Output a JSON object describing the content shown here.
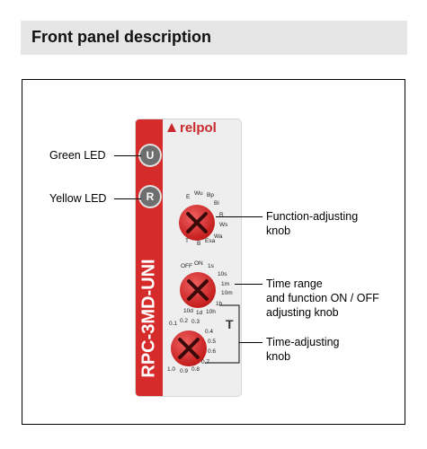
{
  "header": {
    "title": "Front panel description"
  },
  "device": {
    "brand": "relpol",
    "model": "RPC-3MD-UNI",
    "led_u": "U",
    "led_r": "R",
    "t_badge": "T",
    "func_scale": [
      "E",
      "Wu",
      "Bp",
      "Bi",
      "R",
      "Ws",
      "Wa",
      "Esa",
      "B",
      "T"
    ],
    "range_scale": [
      "OFF",
      "ON",
      "1s",
      "10s",
      "1m",
      "10m",
      "1h",
      "10h",
      "1d",
      "10d"
    ],
    "time_scale": [
      "0.1",
      "0.2",
      "0.3",
      "0.4",
      "0.5",
      "0.6",
      "0.7",
      "0.8",
      "0.9",
      "1.0"
    ]
  },
  "callouts": {
    "green_led": "Green LED",
    "yellow_led": "Yellow LED",
    "function_line1": "Function-adjusting",
    "function_line2": "knob",
    "range_line1": "Time range",
    "range_line2": "and function ON / OFF",
    "range_line3": "adjusting knob",
    "time_line1": "Time-adjusting",
    "time_line2": "knob"
  },
  "colors": {
    "accent_red": "#d62b2b",
    "knob_red": "#c51e1e",
    "panel": "#eeeeee",
    "led": "#6e6e6e"
  }
}
